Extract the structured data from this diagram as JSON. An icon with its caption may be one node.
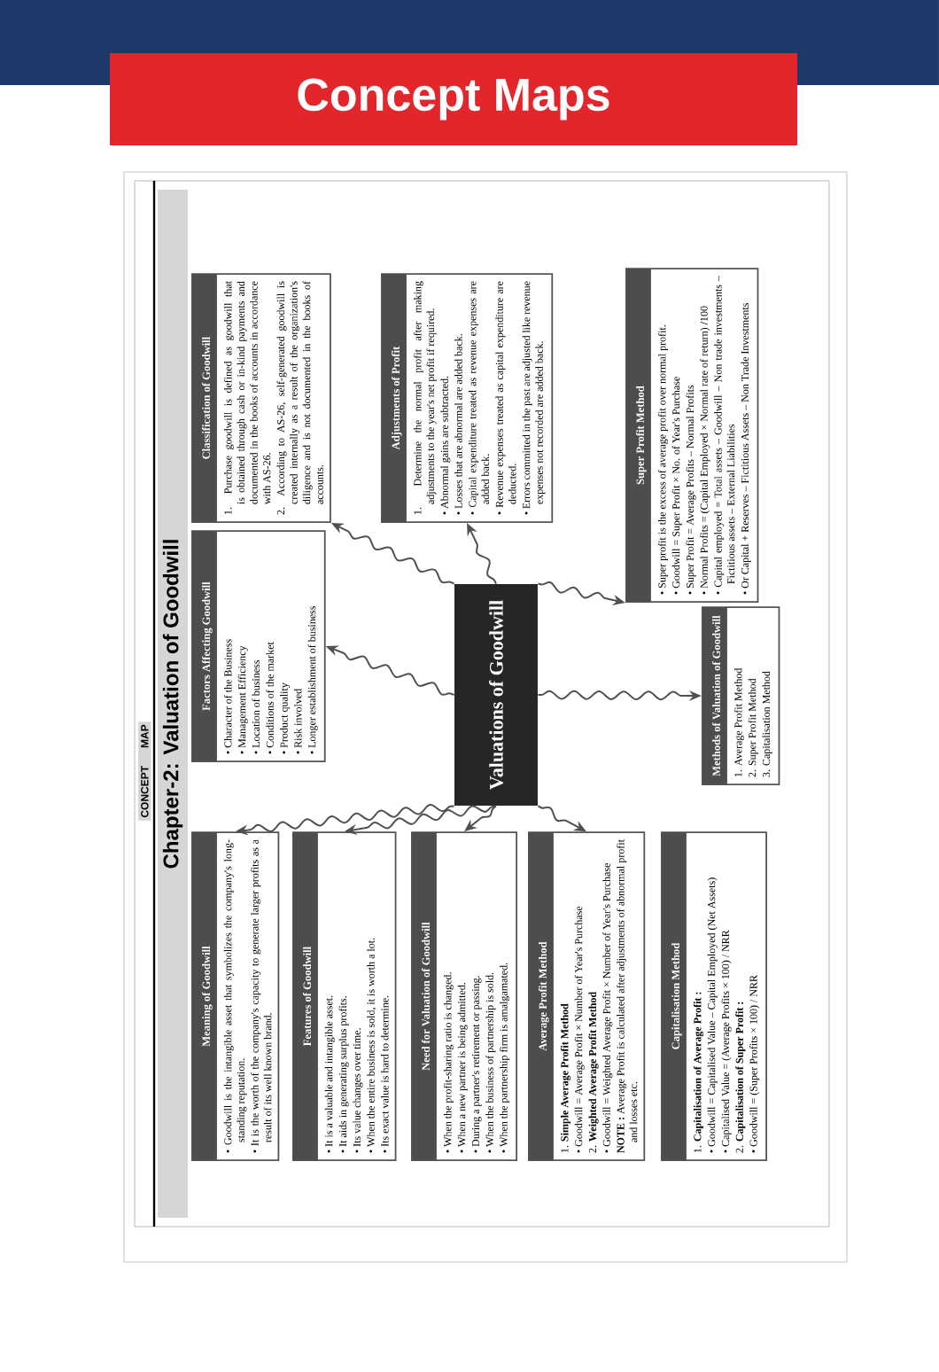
{
  "diagram": {
    "title": "Concept Maps",
    "nodes": [
      {
        "text": [
          "Meaning of Goodwill",
          "• Goodwill is the intangible asset that symbolizes the company's long-standing reputation.",
          "• It is the worth of the company's capacity to generate larger profits as a result of its well known brand."
        ]
      },
      {
        "text": [
          "Features of Goodwill",
          "• It is a valuable and intangible asset.",
          "• It aids in generating surplus profits.",
          "• Its value changes over time.",
          "• When the entire business is sold, it is worth a lot.",
          "• Its exact value is hard to determine."
        ]
      },
      {
        "text": [
          "Need for Valuation of Goodwill",
          "• When the profit-sharing ratio is changed.",
          "• When a new partner is being admitted.",
          "• During a partner's retirement or passing.",
          "• When the business of partnership is sold.",
          "• When the partnership firm is amalgamated."
        ]
      },
      {
        "text": [
          "Average Profit Method",
          "1. **Simple Average Profit Method**",
          "• Goodwill = Average Profit × Number of Year's Purchase",
          "2. **Weighted Average Profit Method**",
          "• Goodwill = Weighted Average Profit × Number of Year's Purchase",
          "**NOTE :** Average Profit is calculated after adjustments of abnormal profit and losses etc."
        ]
      },
      {
        "text": [
          "Capitalisation Method",
          "1. **Capitalisation of Average Profit :**",
          "• Goodwill = Capitalised Value – Capital Employed (Net Assets)",
          "• Capitalised Value = (Average Profits × 100) / NRR",
          "2. **Capitalisation of Super Profit :**",
          "• Goodwill = (Super Profits × 100) / NRR"
        ]
      },
      {
        "text": [
          "Factors Affecting Goodwill",
          "• Character of the Business",
          "• Management Efficiency",
          "• Location of business",
          "• Conditions of the market",
          "• Product quality",
          "• Risk involved",
          "• Longer establishment of business"
        ]
      },
      {
        "text": [
          "Valuations of Goodwill"
        ]
      },
      {
        "text": [
          "Methods of Valuation of Goodwill",
          "1. Average Profit Method",
          "2. Super Profit Method",
          "3. Capitalisation Method"
        ]
      },
      {
        "text": [
          "Classification of Goodwill",
          "1. Purchase goodwill is defined as goodwill that is obtained through cash or in-kind payments and documented in the books of accounts in accordance with AS-26.",
          "2. According to AS-26, self-generated goodwill is created internally as a result of the organization's diligence and is not documented in the books of accounts."
        ]
      },
      {
        "text": [
          "Adjustments of Profit",
          "1. Determine the normal profit after making adjustments to the year's net profit if required.",
          "• Abnormal gains are subtracted.",
          "• Losses that are abnormal are added back.",
          "• Capital expenditure treated as revenue expenses are added back.",
          "• Revenue expenses treated as capital expenditure are deducted.",
          "• Errors committed in the past are adjusted like revenue expenses not recorded are added back."
        ]
      },
      {
        "text": [
          "Super Profit Method",
          "• Super profit is the excess of average profit over normal profit.",
          "• Goodwill = Super Profit × No. of Year's Purchase",
          "• Super Profit = Average Profits – Normal Profits",
          "• Normal Profits = (Capital Employed × Normal rate of return) /100",
          "• Capital employed = Total assets – Goodwill – Non trade investments – Fictitious assets – External Liabilities",
          "• Or Capital + Reserves – Fictitious Assets – Non Trade Investments"
        ]
      }
    ],
    "edges": [
      {
        "from": 6,
        "to": 0,
        "arrow": "to"
      },
      {
        "from": 6,
        "to": 1,
        "arrow": "to"
      },
      {
        "from": 6,
        "to": 2,
        "arrow": "to"
      },
      {
        "from": 6,
        "to": 3,
        "arrow": "to"
      },
      {
        "from": 6,
        "to": 5,
        "arrow": "to"
      },
      {
        "from": 6,
        "to": 8,
        "arrow": "to"
      },
      {
        "from": 6,
        "to": 9,
        "arrow": "to"
      },
      {
        "from": 6,
        "to": 10,
        "arrow": "to"
      },
      {
        "from": 6,
        "to": 7,
        "arrow": "to"
      }
    ],
    "labels": [
      "CONCEPT",
      "MAP",
      "Chapter-2: Valuation of Goodwill"
    ]
  }
}
